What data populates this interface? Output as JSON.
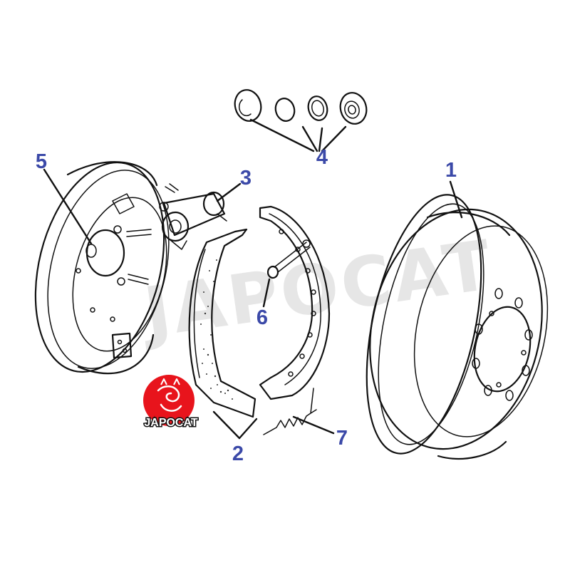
{
  "diagram": {
    "callouts": [
      {
        "id": "drum",
        "label": "1"
      },
      {
        "id": "shoes",
        "label": "2"
      },
      {
        "id": "wheel-cylinder",
        "label": "3"
      },
      {
        "id": "seals",
        "label": "4"
      },
      {
        "id": "backing-plate",
        "label": "5"
      },
      {
        "id": "adjuster",
        "label": "6"
      },
      {
        "id": "spring",
        "label": "7"
      }
    ]
  },
  "watermark": {
    "text": "JAPOCAT"
  },
  "logo": {
    "text": "JAPOCAT",
    "badge_color": "#e8141c"
  },
  "colors": {
    "callout": "#3b49a8",
    "line": "#111111"
  }
}
